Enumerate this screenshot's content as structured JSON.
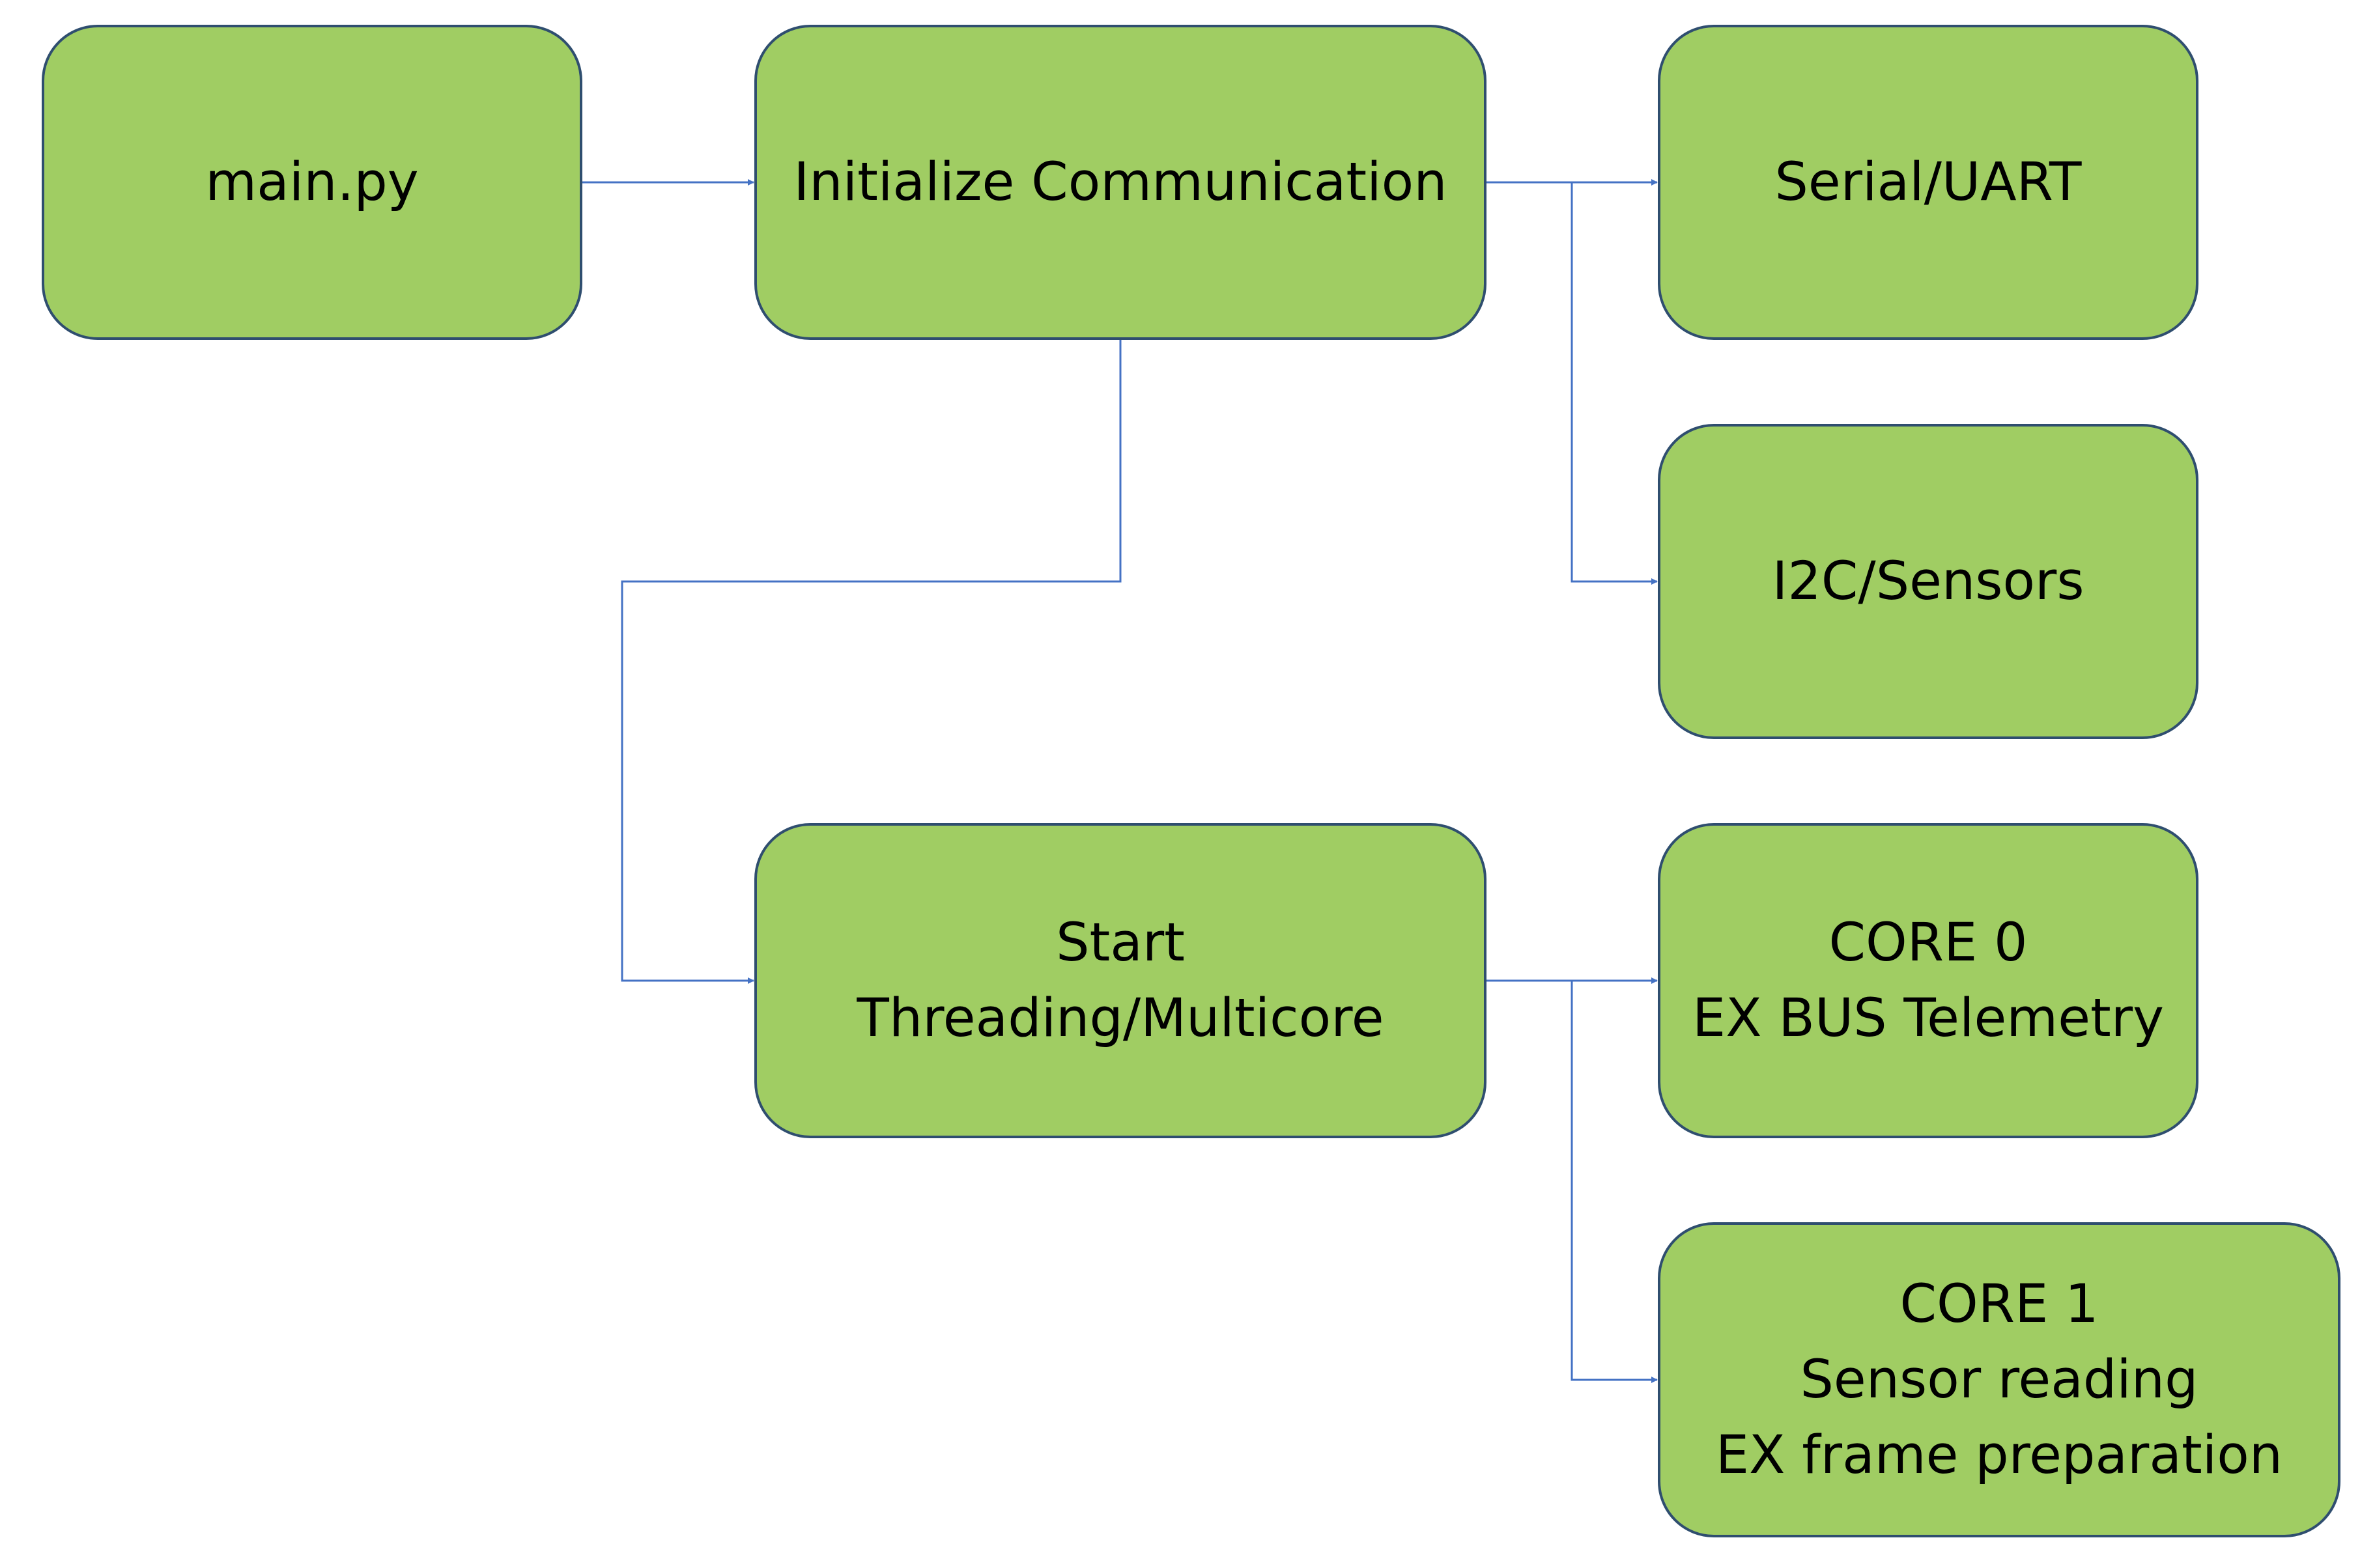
{
  "diagram": {
    "colors": {
      "box_fill": "#a0cd63",
      "box_stroke": "#2f4e6f",
      "connector": "#4472c4",
      "text": "#000000"
    },
    "nodes": [
      {
        "id": "main",
        "lines": [
          "main.py"
        ]
      },
      {
        "id": "init_comm",
        "lines": [
          "Initialize Communication"
        ]
      },
      {
        "id": "serial",
        "lines": [
          "Serial/UART"
        ]
      },
      {
        "id": "i2c",
        "lines": [
          "I2C/Sensors"
        ]
      },
      {
        "id": "threading",
        "lines": [
          "Start",
          "Threading/Multicore"
        ]
      },
      {
        "id": "core0",
        "lines": [
          "CORE 0",
          "EX BUS Telemetry"
        ]
      },
      {
        "id": "core1",
        "lines": [
          "CORE 1",
          "Sensor reading",
          "EX frame preparation"
        ]
      }
    ],
    "edges": [
      {
        "from": "main",
        "to": "init_comm"
      },
      {
        "from": "init_comm",
        "to": "serial"
      },
      {
        "from": "init_comm",
        "to": "i2c"
      },
      {
        "from": "init_comm",
        "to": "threading"
      },
      {
        "from": "threading",
        "to": "core0"
      },
      {
        "from": "threading",
        "to": "core1"
      }
    ]
  }
}
